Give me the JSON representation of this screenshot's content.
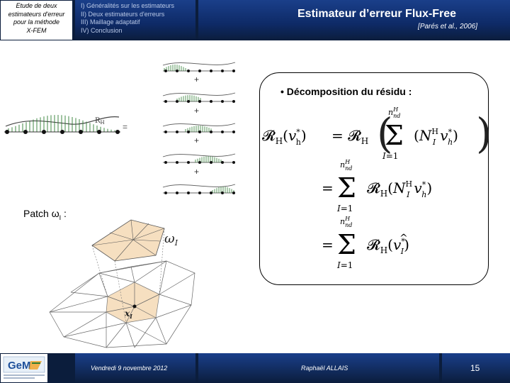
{
  "header": {
    "presentation_title": "Etude de deux estimateurs d'erreur pour la méthode X-FEM",
    "title_lines": [
      "Etude de deux",
      "estimateurs d'erreur",
      "pour la méthode",
      "X-FEM"
    ],
    "outline": [
      "I) Généralités sur les estimateurs",
      "II) Deux estimateurs d'erreurs",
      "III) Maillage adaptatif",
      "IV) Conclusion"
    ],
    "slide_title": "Estimateur d’erreur Flux-Free",
    "citation": "[Parés et al., 2006]"
  },
  "content": {
    "bullet": "• Décomposition du résidu :",
    "patch_label": "Patch ω",
    "patch_subscript": "I",
    "patch_colon": " :",
    "decomposition_plus": [
      "+",
      "+",
      "+",
      "+"
    ],
    "decomposition_equals": "=",
    "residual_symbol": "R",
    "residual_subscript": "H",
    "patch_symbol": "ω",
    "patch_symbol_subscript": "I",
    "node_symbol": "x",
    "node_subscript": "I",
    "equations": {
      "lhs": "𝓡H(v*h)",
      "line1": "= 𝓡H( Σ I=1..nHnd NHI v*h )",
      "line2": "= Σ I=1..nHnd 𝓡H( NHI v*h )",
      "line3": "= Σ I=1..nHnd 𝓡H( v̂*I )"
    }
  },
  "footer": {
    "logo_text": "GeM",
    "date": "Vendredi 9 novembre 2012",
    "author": "Raphaël ALLAIS",
    "page": "15"
  },
  "colors": {
    "header_bg": "#0b1d3c",
    "header_box": "#1a3f8a",
    "accent_patch": "#f6dfc0",
    "diagram_green": "#2e7d32"
  }
}
